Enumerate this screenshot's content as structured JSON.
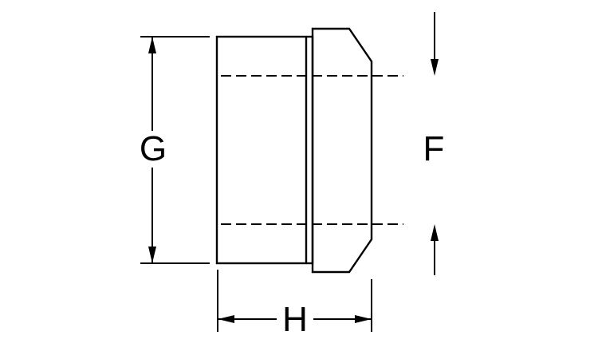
{
  "figure": {
    "type": "technical-drawing",
    "description": "Side view of a flanged bushing / nut with chamfered flange and dimension callouts",
    "background_color": "#ffffff",
    "line_color": "#000000",
    "dimensions": {
      "overall_height_label": "G",
      "inner_height_label": "F",
      "overall_length_label": "H"
    }
  }
}
